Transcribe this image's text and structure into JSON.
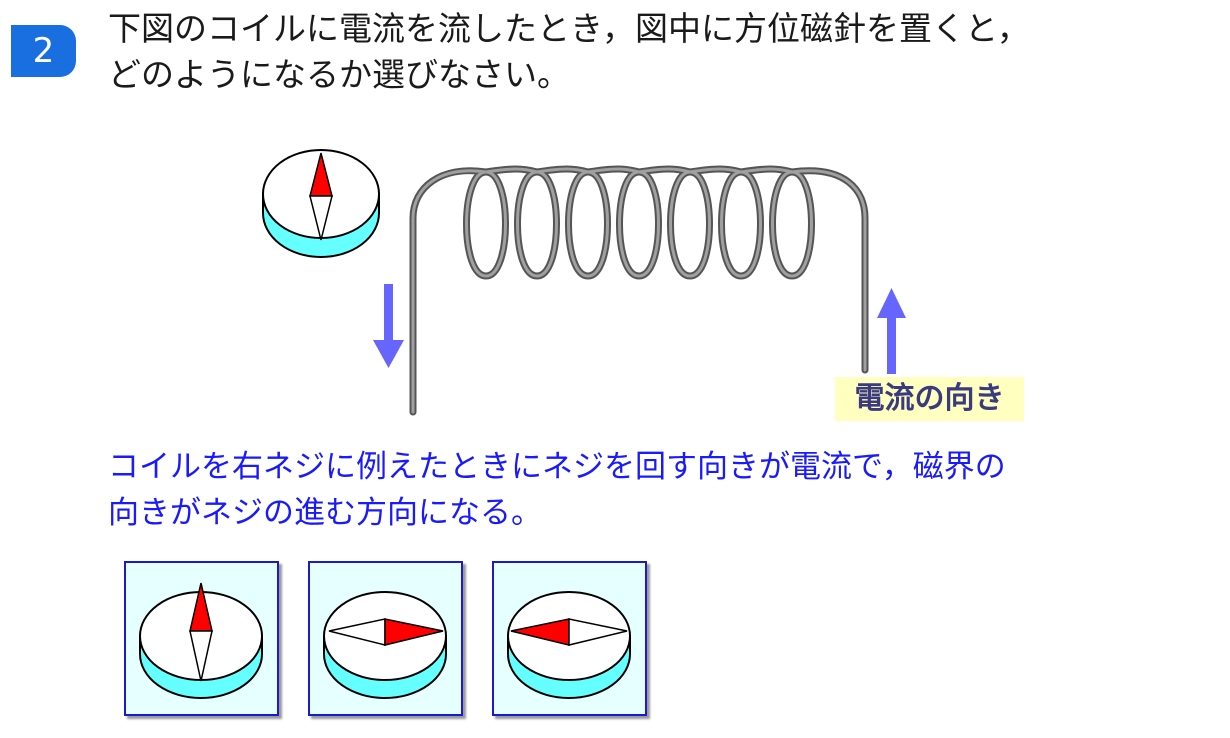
{
  "question": {
    "number": "2",
    "line1": "下図のコイルに電流を流したとき，図中に方位磁針を置くと，",
    "line2": "どのようになるか選びなさい。"
  },
  "figure": {
    "current_label": "電流の向き",
    "coil_color": "#808080",
    "arrow_color": "#6666ff",
    "needle_north_color": "#ff0000",
    "compass_side_color": "#66ffff"
  },
  "answer": {
    "line1": "コイルを右ネジに例えたときにネジを回す向きが電流で，磁界の",
    "line2": "向きがネジの進む方向になる。"
  },
  "choices": [
    {
      "needle": "north-up",
      "icon": "compass-icon"
    },
    {
      "needle": "north-right",
      "icon": "compass-icon"
    },
    {
      "needle": "north-left",
      "icon": "compass-icon"
    }
  ]
}
